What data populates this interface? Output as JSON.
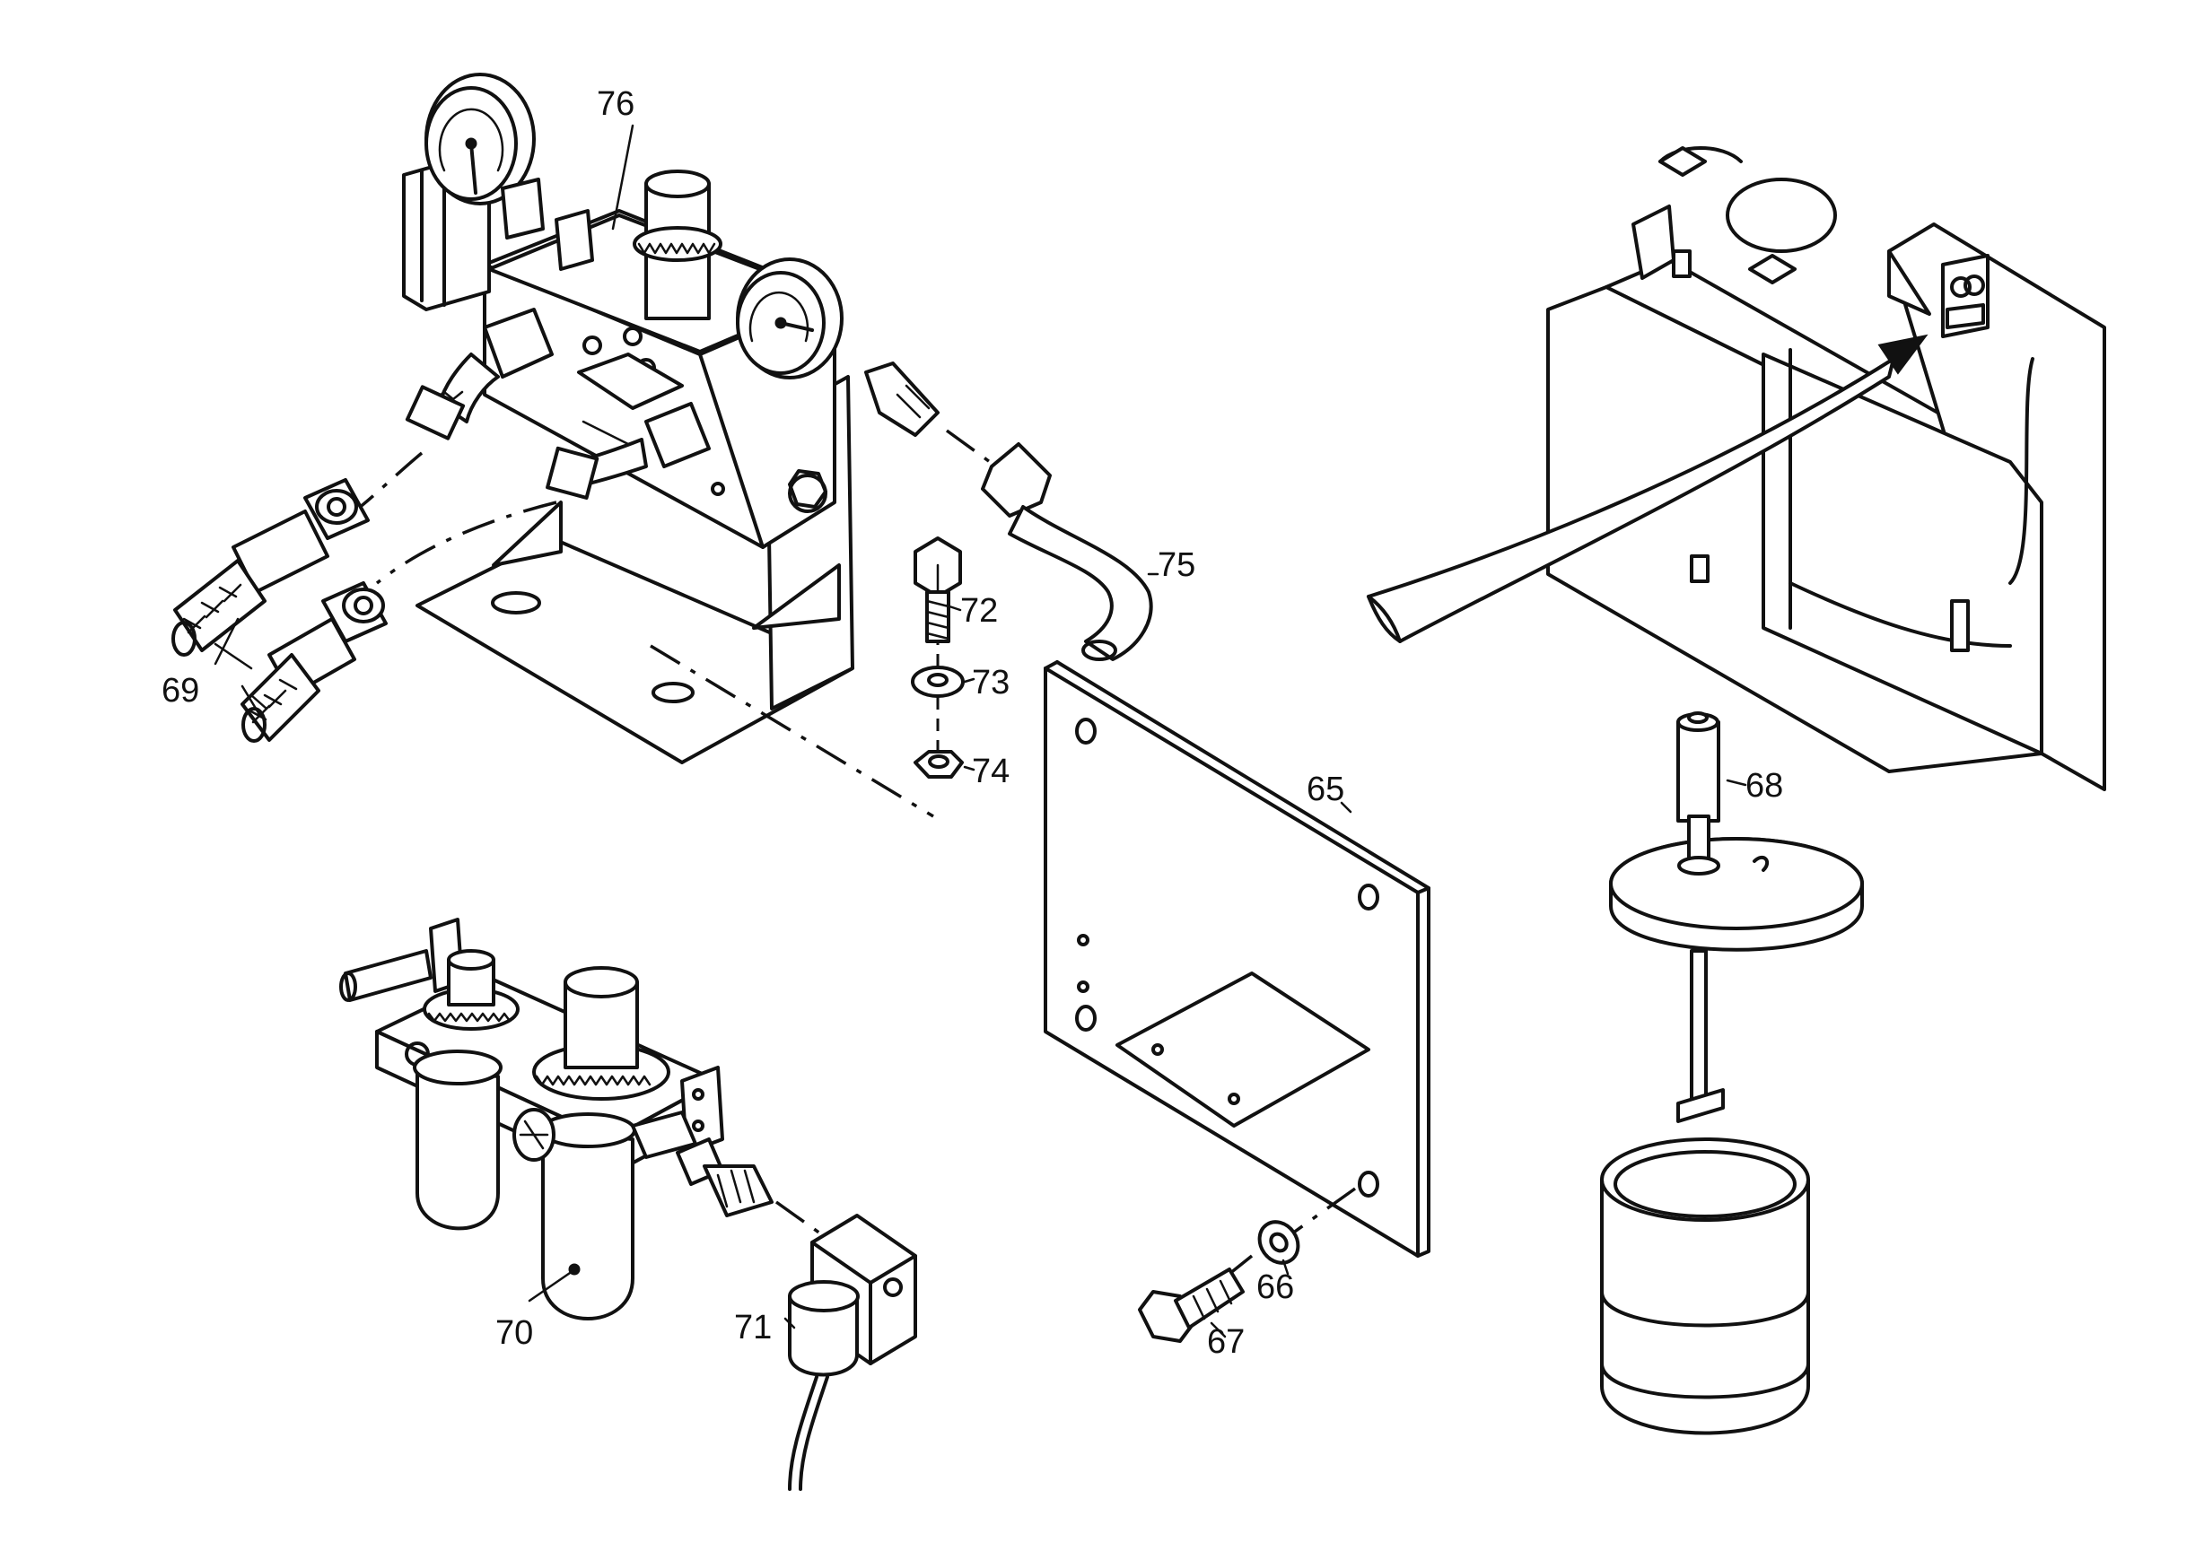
{
  "callouts": [
    {
      "id": "c65",
      "label": "65"
    },
    {
      "id": "c66",
      "label": "66"
    },
    {
      "id": "c67",
      "label": "67"
    },
    {
      "id": "c68",
      "label": "68"
    },
    {
      "id": "c69",
      "label": "69"
    },
    {
      "id": "c70",
      "label": "70"
    },
    {
      "id": "c71",
      "label": "71"
    },
    {
      "id": "c72",
      "label": "72"
    },
    {
      "id": "c73",
      "label": "73"
    },
    {
      "id": "c74",
      "label": "74"
    },
    {
      "id": "c75",
      "label": "75"
    },
    {
      "id": "c76",
      "label": "76"
    }
  ]
}
